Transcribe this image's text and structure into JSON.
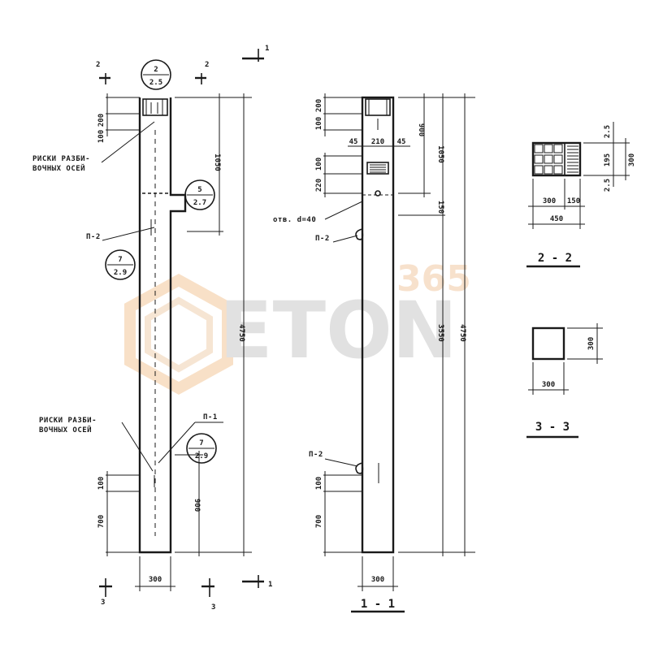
{
  "drawing": {
    "left_view": {
      "section_marks": [
        "2",
        "2",
        "1",
        "1",
        "3",
        "3"
      ],
      "callout_top": {
        "num": "2",
        "sheet": "2.5"
      },
      "callout_mid": {
        "num": "5",
        "sheet": "2.7"
      },
      "callout_low1": {
        "num": "7",
        "sheet": "2.9"
      },
      "callout_low2": {
        "num": "7",
        "sheet": "2.9"
      },
      "label_axes_top": [
        "РИСКИ РАЗБИ-",
        "ВОЧНЫХ ОСЕЙ"
      ],
      "label_axes_bottom": [
        "РИСКИ РАЗБИ-",
        "ВОЧНЫХ ОСЕЙ"
      ],
      "label_p2": "П-2",
      "label_p1": "П-1",
      "dims": {
        "top_a": "200",
        "top_b": "100",
        "upper_height": "1050",
        "total_height": "4750",
        "bottom_a": "100",
        "bottom_b": "700",
        "bottom_c": "900",
        "width": "300"
      }
    },
    "right_view": {
      "section_title": "1 - 1",
      "label_hole": "отв. d=40",
      "label_p2_top": "П-2",
      "label_p2_bottom": "П-2",
      "dims": {
        "top_a": "200",
        "top_b": "100",
        "w_left": "45",
        "w_mid": "210",
        "w_right": "45",
        "h_900": "900",
        "h_1050": "1050",
        "mid_a": "100",
        "mid_b": "220",
        "h_150": "150",
        "h_3550": "3550",
        "h_4750": "4750",
        "bottom_a": "100",
        "bottom_b": "700",
        "width": "300"
      }
    },
    "section_2_2": {
      "title": "2 - 2",
      "dims": {
        "w_300": "300",
        "w_150": "150",
        "w_450": "450",
        "h_25_top": "2.5",
        "h_195": "195",
        "h_300": "300",
        "h_25_left": "2.5"
      }
    },
    "section_3_3": {
      "title": "3 - 3",
      "dims": {
        "w": "300",
        "h": "300"
      }
    }
  },
  "watermark": {
    "brand": "ETON",
    "number": "365"
  }
}
